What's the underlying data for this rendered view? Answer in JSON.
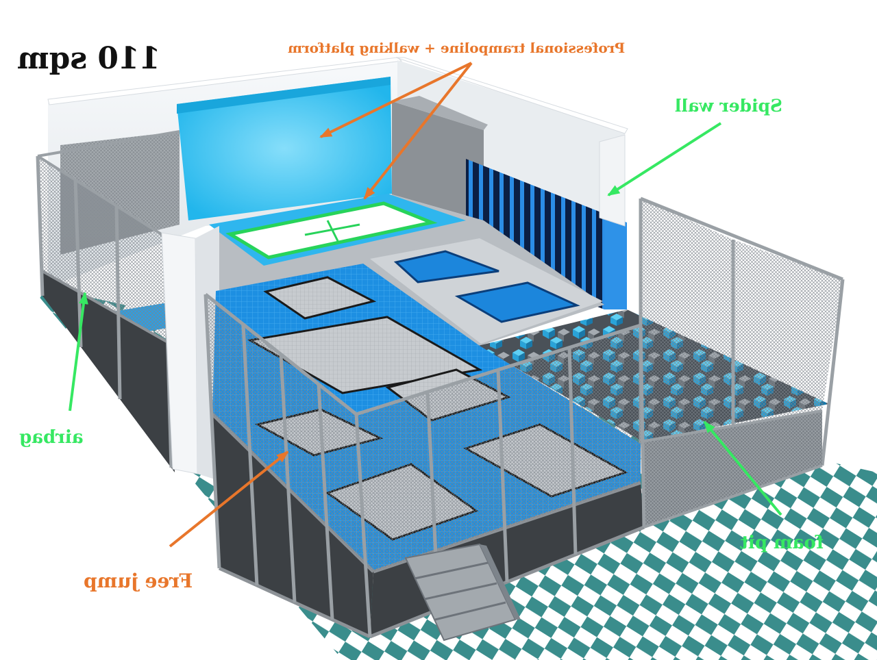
{
  "labels": {
    "area": "110 sqm",
    "trampoline": "Professional trampoline + walking platform",
    "spider_wall": "Spider wall",
    "airbag": "airbag",
    "free_jump": "Free jump",
    "foam_pit": "foam pit"
  },
  "colors": {
    "black_label": "#111111",
    "orange_label": "#e8762b",
    "green_label": "#36e862",
    "trampoline_blue": "#2ec3ef",
    "deck_blue": "#1d8fe2",
    "tile_teal": "#3a8d8c"
  }
}
